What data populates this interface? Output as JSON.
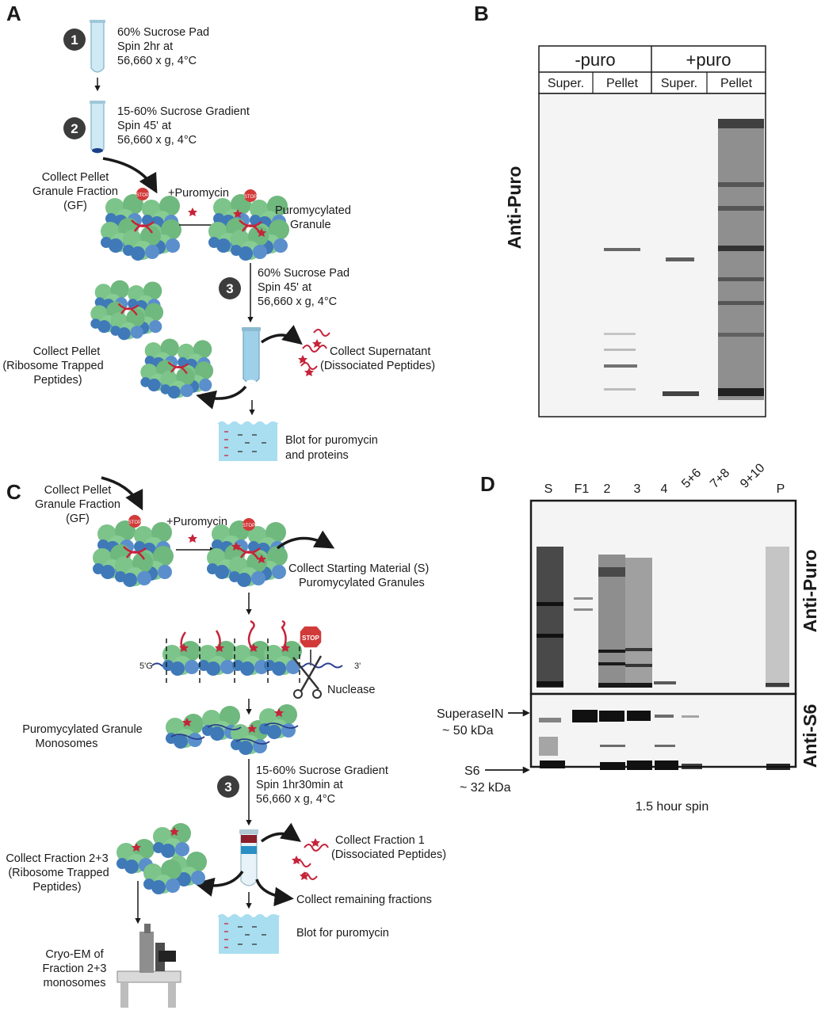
{
  "panels": {
    "a": "A",
    "b": "B",
    "c": "C",
    "d": "D"
  },
  "step_markers": {
    "one": "1",
    "two": "2",
    "three": "3"
  },
  "panel_a": {
    "step1": [
      "60% Sucrose Pad",
      "Spin 2hr at",
      "56,660 x g, 4°C"
    ],
    "step2": [
      "15-60% Sucrose Gradient",
      "Spin 45' at",
      "56,660 x g, 4°C"
    ],
    "collect_pellet_gf": [
      "Collect Pellet",
      "Granule Fraction",
      "(GF)"
    ],
    "stop_badge": "STOP",
    "puromycin": "+Puromycin",
    "puromycylated_granule": [
      "Puromycylated",
      "Granule"
    ],
    "step3": [
      "60% Sucrose Pad",
      "Spin 45' at",
      "56,660 x g, 4°C"
    ],
    "collect_pellet_rtp": [
      "Collect Pellet",
      "(Ribosome Trapped",
      "Peptides)"
    ],
    "collect_supernatant": [
      "Collect Supernatant",
      "(Dissociated Peptides)"
    ],
    "blot": [
      "Blot for puromycin",
      "and proteins"
    ]
  },
  "panel_b": {
    "header_groups": [
      "-puro",
      "+puro"
    ],
    "lanes": [
      "Super.",
      "Pellet",
      "Super.",
      "Pellet"
    ],
    "side_label": "Anti-Puro"
  },
  "panel_c": {
    "collect_pellet_gf": [
      "Collect Pellet",
      "Granule Fraction",
      "(GF)"
    ],
    "puromycin": "+Puromycin",
    "collect_starting": [
      "Collect Starting Material (S)",
      "Puromycylated Granules"
    ],
    "five_prime": "5'G",
    "three_prime": "3'",
    "nuclease": "Nuclease",
    "stop_sign": "STOP",
    "monosomes": [
      "Puromycylated Granule",
      "Monosomes"
    ],
    "step3": [
      "15-60% Sucrose Gradient",
      "Spin 1hr30min at",
      "56,660 x g, 4°C"
    ],
    "collect_fraction1": [
      "Collect Fraction 1",
      "(Dissociated Peptides)"
    ],
    "collect_fraction23": [
      "Collect Fraction 2+3",
      "(Ribosome Trapped",
      "Peptides)"
    ],
    "collect_remaining": "Collect remaining fractions",
    "blot": "Blot for puromycin",
    "cryo": [
      "Cryo-EM of",
      "Fraction 2+3",
      "monosomes"
    ]
  },
  "panel_d": {
    "lanes": [
      "S",
      "F1",
      "2",
      "3",
      "4",
      "5+6",
      "7+8",
      "9+10",
      "P"
    ],
    "side_top": "Anti-Puro",
    "side_bottom": "Anti-S6",
    "marker1": [
      "SuperaseIN",
      "~ 50 kDa"
    ],
    "marker2": [
      "S6",
      "~ 32 kDa"
    ],
    "caption": "1.5 hour spin"
  },
  "colors": {
    "tube": "#bfe3f2",
    "ribosome_green": "#7cc48a",
    "ribosome_blue": "#3f79b8",
    "peptide": "#c6243a",
    "blot": "#a9def0",
    "step_circle": "#3c3c3c"
  }
}
